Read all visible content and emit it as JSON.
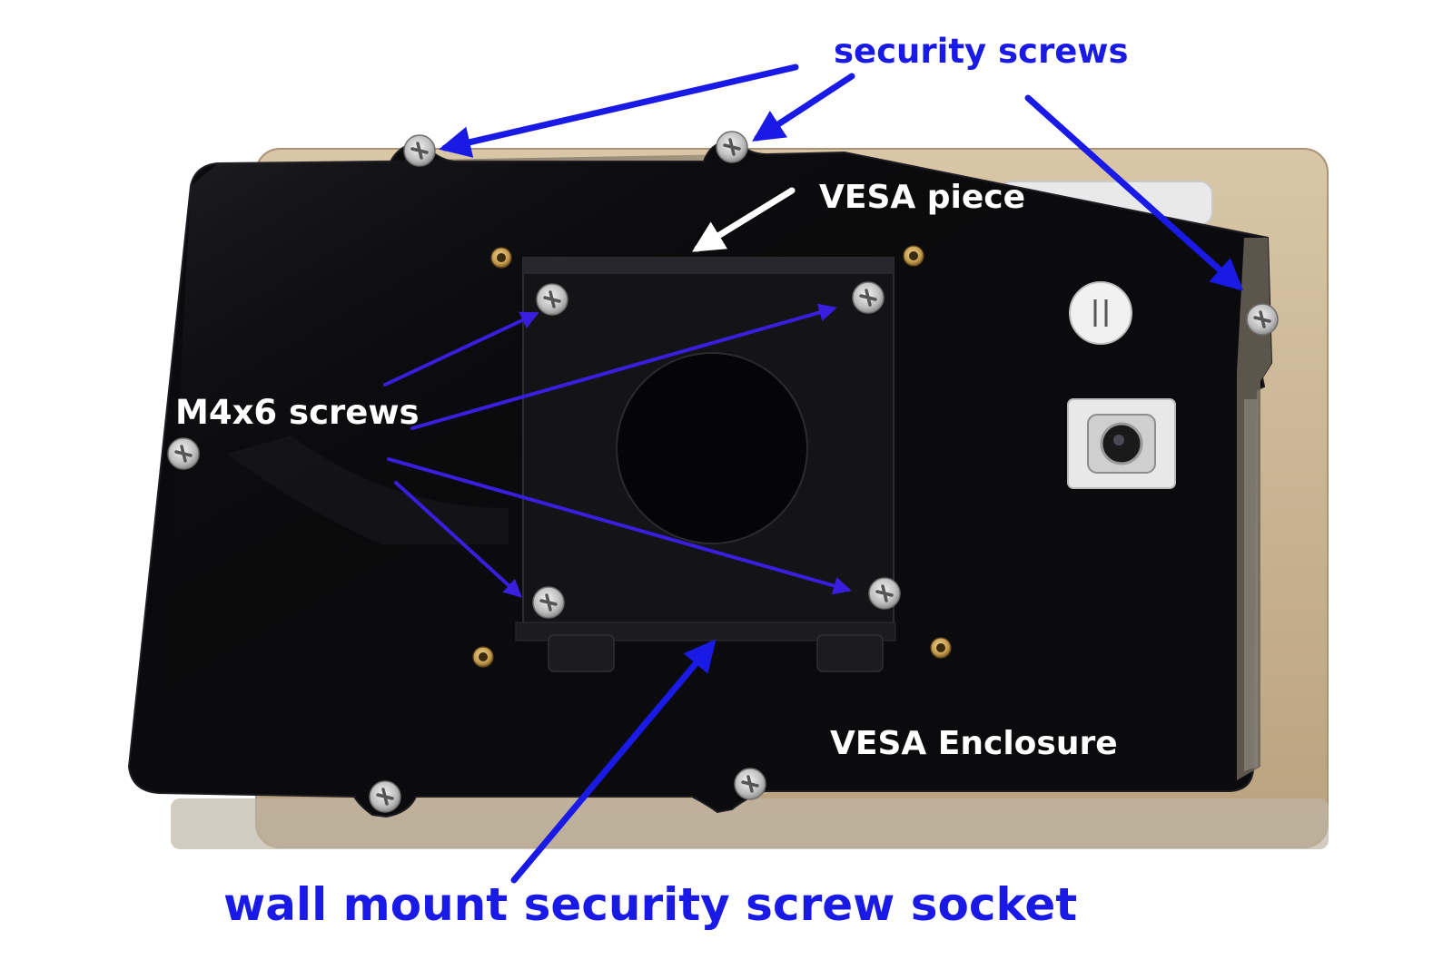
{
  "labels": {
    "security_screws": "security screws",
    "vesa_piece": "VESA piece",
    "m4x6_screws": "M4x6 screws",
    "vesa_enclosure": "VESA Enclosure",
    "wall_mount_socket": "wall mount security screw socket"
  },
  "colors": {
    "annotation_blue": "#1a1ae6",
    "arrow_violet": "#3a1ee0",
    "annotation_white": "#ffffff",
    "enclosure_black": "#0b0b0d",
    "tablet_gold": "#c9b79a",
    "brass": "#c9a25a",
    "screw_silver": "#cfcfcf"
  }
}
